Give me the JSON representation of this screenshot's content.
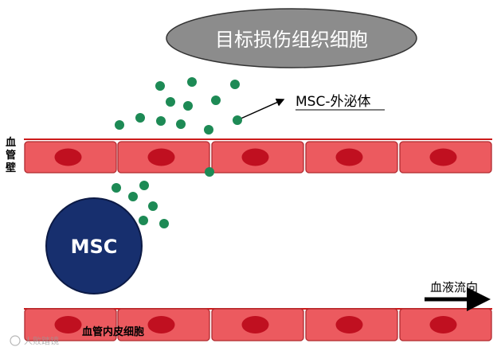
{
  "target_label": "目标损伤组织细胞",
  "exosome_label": "MSC-外泌体",
  "vessel_wall_label": "血管壁",
  "msc_label": "MSC",
  "blood_flow_label": "血液流向",
  "endothelial_label": "血管内皮细胞",
  "watermark": "人败踏镜",
  "colors": {
    "cell_fill": "#ec5a5f",
    "cell_border": "#b02a2f",
    "nucleus": "#c01020",
    "vessel_line": "#cc1a1a",
    "exosome": "#1d8a55",
    "msc": "#172f6e",
    "target_ellipse": "#8c8c8c"
  }
}
